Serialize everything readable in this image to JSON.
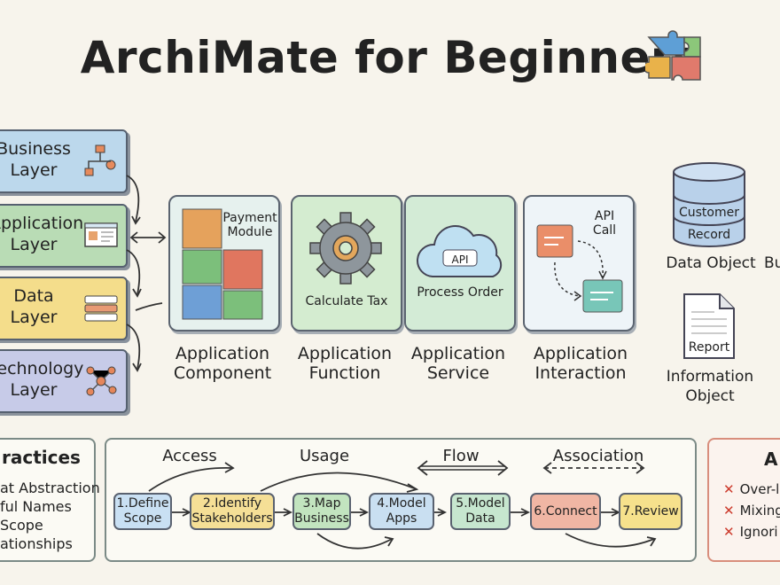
{
  "title": "ArchiMate for Beginners",
  "layers": [
    {
      "label": "Business Layer",
      "icon": "org-chart-icon"
    },
    {
      "label": "Application Layer",
      "icon": "window-icon"
    },
    {
      "label": "Data Layer",
      "icon": "table-icon"
    },
    {
      "label": "Technology Layer",
      "icon": "network-icon"
    }
  ],
  "components": [
    {
      "inner": "Payment Module",
      "caption": "Application Component",
      "icon": "puzzle-icon"
    },
    {
      "inner": "Calculate Tax",
      "caption": "Application Function",
      "icon": "gear-icon"
    },
    {
      "inner": "Process Order",
      "inner_tag": "API",
      "caption": "Application Service",
      "icon": "cloud-icon"
    },
    {
      "inner": "API Call",
      "caption": "Application Interaction",
      "icon": "interaction-icon"
    }
  ],
  "data_object": {
    "inner1": "Customer",
    "inner2": "Record",
    "caption": "Data Object",
    "cut": "Bu"
  },
  "info_object": {
    "inner": "Report",
    "caption": "Information Object"
  },
  "best_practices": {
    "title": "ractices",
    "items": [
      "at Abstraction",
      "ful Names",
      "Scope",
      "ationships"
    ]
  },
  "process": {
    "relations": [
      "Access",
      "Usage",
      "Flow",
      "Association"
    ],
    "steps": [
      "1.Define Scope",
      "2.Identify Stakeholders",
      "3.Map Business",
      "4.Model Apps",
      "5.Model Data",
      "6.Connect",
      "7.Review"
    ]
  },
  "avoid": {
    "title": "A",
    "items": [
      "Over-l",
      "Mixing",
      "Ignori"
    ]
  }
}
